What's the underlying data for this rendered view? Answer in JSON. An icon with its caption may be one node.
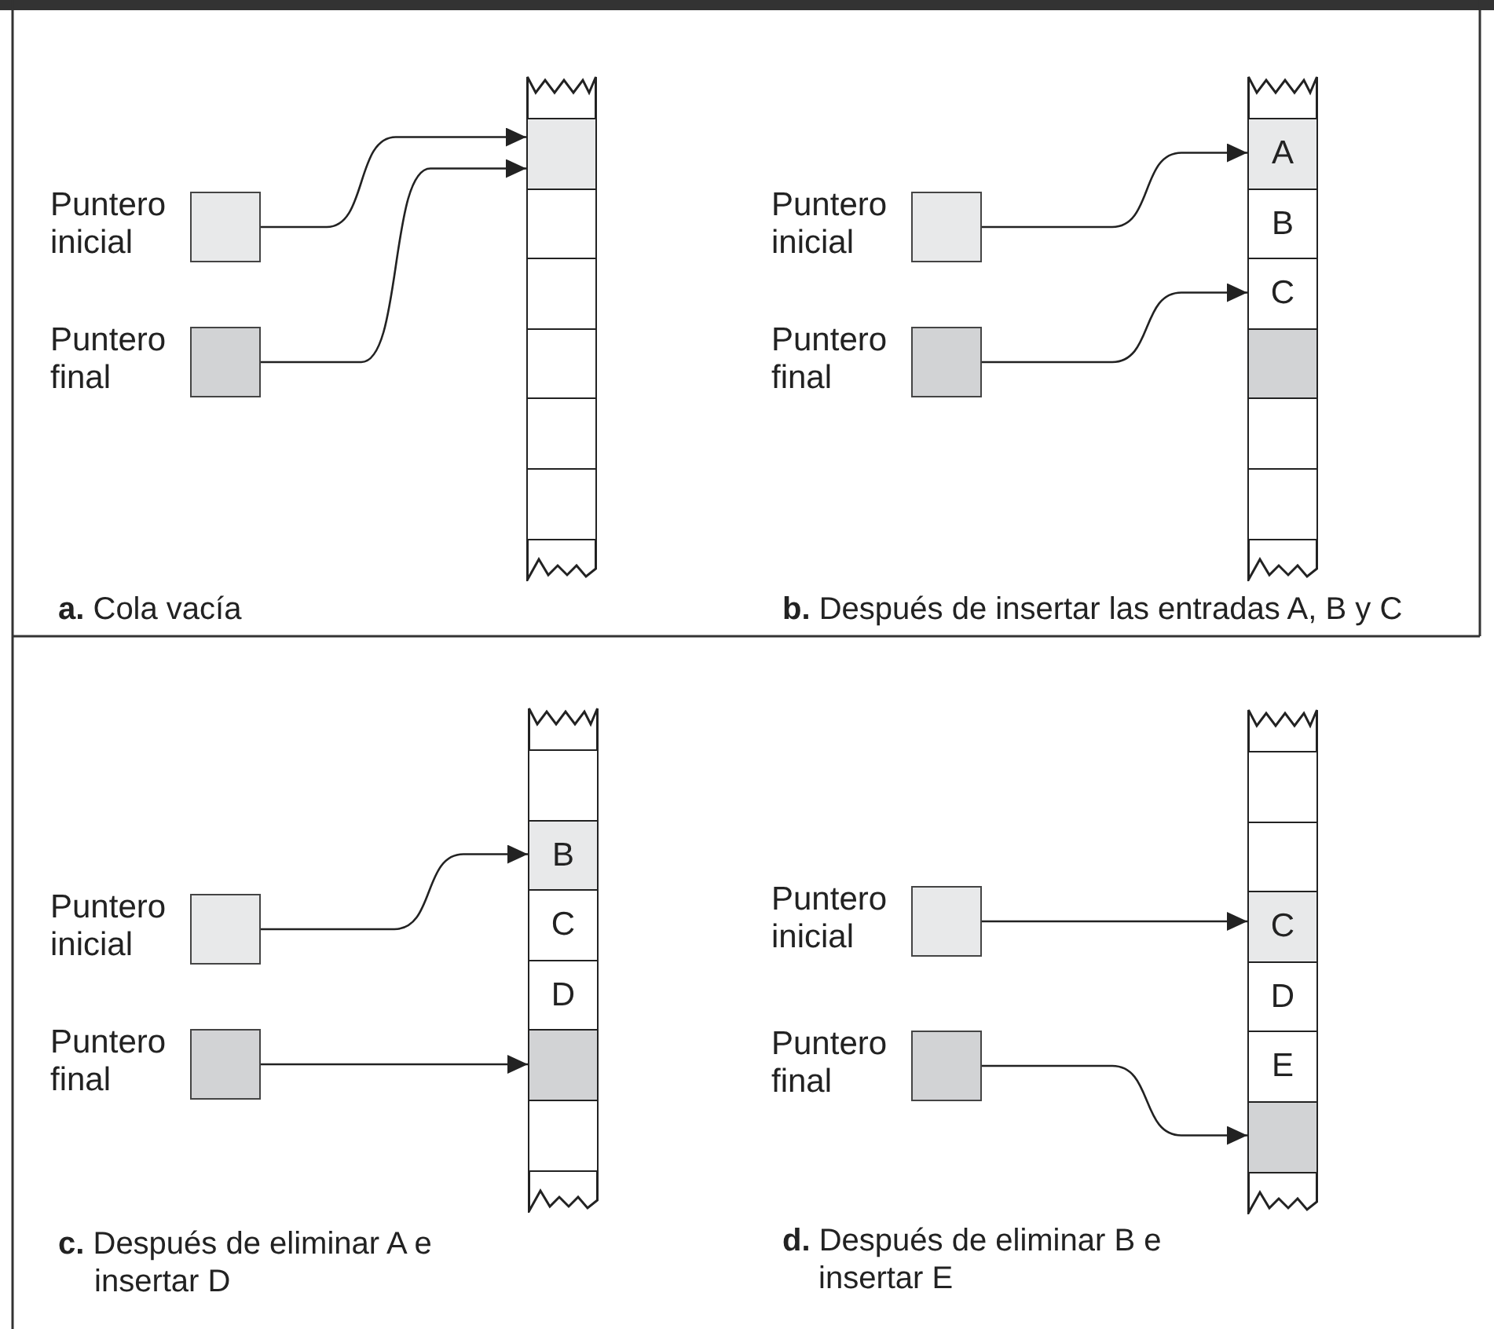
{
  "diagram": {
    "nodes": [
      {
        "text": [],
        "shape": "box",
        "beside": [
          "Puntero inicial"
        ]
      },
      {
        "text": [],
        "shape": "box",
        "beside": [
          "Puntero final"
        ]
      },
      {
        "text": [],
        "shape": "bar"
      },
      {
        "text": [],
        "shape": "box",
        "in": 2
      },
      {
        "text": [],
        "shape": "box",
        "in": 2
      },
      {
        "text": [],
        "shape": "box",
        "in": 2
      },
      {
        "text": [],
        "shape": "box",
        "in": 2
      },
      {
        "text": [],
        "shape": "box",
        "in": 2
      },
      {
        "text": [],
        "shape": "box",
        "in": 2
      },
      {
        "text": [],
        "shape": "box",
        "beside": [
          "Puntero inicial"
        ]
      },
      {
        "text": [],
        "shape": "box",
        "beside": [
          "Puntero final"
        ]
      },
      {
        "text": [],
        "shape": "bar"
      },
      {
        "text": [
          "A"
        ],
        "in": 11
      },
      {
        "text": [
          "B"
        ],
        "in": 11
      },
      {
        "text": [
          "C"
        ],
        "in": 11
      },
      {
        "text": [],
        "shape": "box",
        "in": 11
      },
      {
        "text": [],
        "shape": "box",
        "in": 11
      },
      {
        "text": [],
        "shape": "box",
        "in": 11
      },
      {
        "text": [],
        "shape": "box",
        "beside": [
          "Puntero inicial"
        ]
      },
      {
        "text": [],
        "shape": "box",
        "beside": [
          "Puntero final"
        ]
      },
      {
        "text": [],
        "shape": "bar"
      },
      {
        "text": [],
        "shape": "box",
        "in": 20
      },
      {
        "text": [
          "B"
        ],
        "in": 20
      },
      {
        "text": [
          "C"
        ],
        "in": 20
      },
      {
        "text": [
          "D"
        ],
        "in": 20
      },
      {
        "text": [],
        "shape": "box",
        "in": 20
      },
      {
        "text": [],
        "shape": "box",
        "in": 20
      },
      {
        "text": [],
        "shape": "box",
        "beside": [
          "Puntero inicial"
        ]
      },
      {
        "text": [],
        "shape": "box",
        "beside": [
          "Puntero final"
        ]
      },
      {
        "text": [],
        "shape": "bar"
      },
      {
        "text": [],
        "shape": "box",
        "in": 29
      },
      {
        "text": [],
        "shape": "box",
        "in": 29
      },
      {
        "text": [
          "C"
        ],
        "in": 29
      },
      {
        "text": [
          "D"
        ],
        "in": 29
      },
      {
        "text": [
          "E"
        ],
        "in": 29
      },
      {
        "text": [],
        "shape": "box",
        "in": 29
      }
    ],
    "edges": [
      {
        "from": 0,
        "to": 3,
        "arrow": "to"
      },
      {
        "from": 1,
        "to": 3,
        "arrow": "to"
      },
      {
        "from": 9,
        "to": 12,
        "arrow": "to"
      },
      {
        "from": 10,
        "to": 14,
        "arrow": "to"
      },
      {
        "from": 18,
        "to": 22,
        "arrow": "to"
      },
      {
        "from": 19,
        "to": 25,
        "arrow": "to"
      },
      {
        "from": 27,
        "to": 32,
        "arrow": "to"
      },
      {
        "from": 28,
        "to": 35,
        "arrow": "to"
      }
    ],
    "labels": [
      "**a.** Cola vacía",
      "**b.** Después de insertar las entradas A, B y C",
      "**c.** Después de eliminar A e insertar D",
      "**d.** Después de eliminar B e insertar E"
    ]
  }
}
